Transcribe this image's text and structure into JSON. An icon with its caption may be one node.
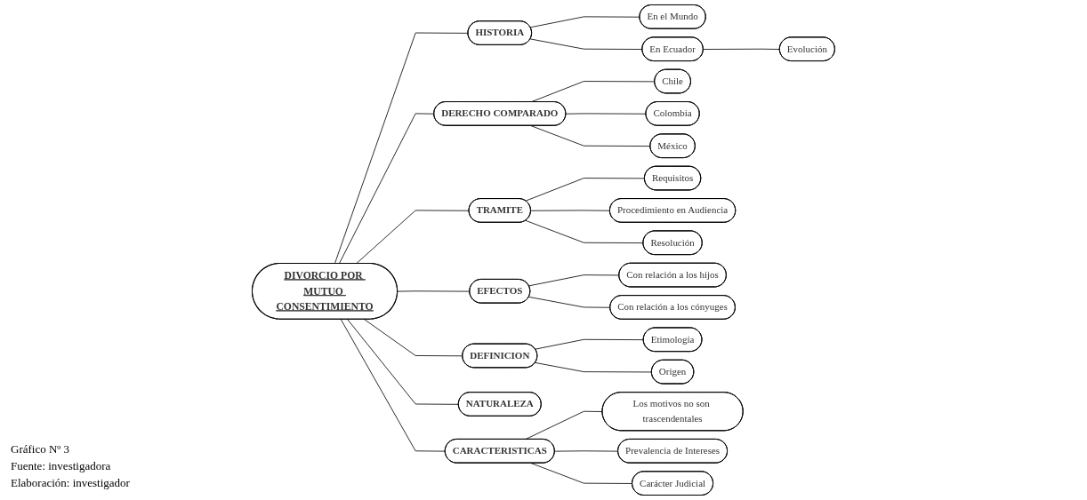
{
  "diagram": {
    "nodes": [
      {
        "text": [
          "DIVORCIO POR MUTUO CONSENTIMIENTO"
        ]
      },
      {
        "text": [
          "HISTORIA"
        ]
      },
      {
        "text": [
          "En el Mundo"
        ]
      },
      {
        "text": [
          "En  Ecuador"
        ]
      },
      {
        "text": [
          "Evolución"
        ]
      },
      {
        "text": [
          "DERECHO COMPARADO"
        ]
      },
      {
        "text": [
          "Chile"
        ]
      },
      {
        "text": [
          "Colombia"
        ]
      },
      {
        "text": [
          "México"
        ]
      },
      {
        "text": [
          "TRAMITE"
        ]
      },
      {
        "text": [
          "Requisitos"
        ]
      },
      {
        "text": [
          "Procedimiento en Audiencia"
        ]
      },
      {
        "text": [
          "Resolución"
        ]
      },
      {
        "text": [
          "EFECTOS"
        ]
      },
      {
        "text": [
          "Con relación a los hijos"
        ]
      },
      {
        "text": [
          "Con relación a los cónyuges"
        ]
      },
      {
        "text": [
          "DEFINICION"
        ]
      },
      {
        "text": [
          "Etimología"
        ]
      },
      {
        "text": [
          "Origen"
        ]
      },
      {
        "text": [
          "NATURALEZA"
        ]
      },
      {
        "text": [
          "CARACTERISTICAS"
        ]
      },
      {
        "text": [
          "Los motivos no son trascendentales"
        ]
      },
      {
        "text": [
          "Prevalencia de Intereses"
        ]
      },
      {
        "text": [
          "Carácter Judicial"
        ]
      }
    ],
    "edges": [
      {
        "from": 0,
        "to": 1,
        "arrow": "none"
      },
      {
        "from": 1,
        "to": 2,
        "arrow": "none"
      },
      {
        "from": 1,
        "to": 3,
        "arrow": "none"
      },
      {
        "from": 3,
        "to": 4,
        "arrow": "none"
      },
      {
        "from": 0,
        "to": 5,
        "arrow": "none"
      },
      {
        "from": 5,
        "to": 6,
        "arrow": "none"
      },
      {
        "from": 5,
        "to": 7,
        "arrow": "none"
      },
      {
        "from": 5,
        "to": 8,
        "arrow": "none"
      },
      {
        "from": 0,
        "to": 9,
        "arrow": "none"
      },
      {
        "from": 9,
        "to": 10,
        "arrow": "none"
      },
      {
        "from": 9,
        "to": 11,
        "arrow": "none"
      },
      {
        "from": 9,
        "to": 12,
        "arrow": "none"
      },
      {
        "from": 0,
        "to": 13,
        "arrow": "none"
      },
      {
        "from": 13,
        "to": 14,
        "arrow": "none"
      },
      {
        "from": 13,
        "to": 15,
        "arrow": "none"
      },
      {
        "from": 0,
        "to": 16,
        "arrow": "none"
      },
      {
        "from": 16,
        "to": 17,
        "arrow": "none"
      },
      {
        "from": 16,
        "to": 18,
        "arrow": "none"
      },
      {
        "from": 0,
        "to": 19,
        "arrow": "none"
      },
      {
        "from": 0,
        "to": 20,
        "arrow": "none"
      },
      {
        "from": 20,
        "to": 21,
        "arrow": "none"
      },
      {
        "from": 20,
        "to": 22,
        "arrow": "none"
      },
      {
        "from": 20,
        "to": 23,
        "arrow": "none"
      }
    ],
    "labels": [
      "Gráfico Nº 3",
      "Fuente: investigadora",
      "Elaboración: investigador"
    ]
  }
}
